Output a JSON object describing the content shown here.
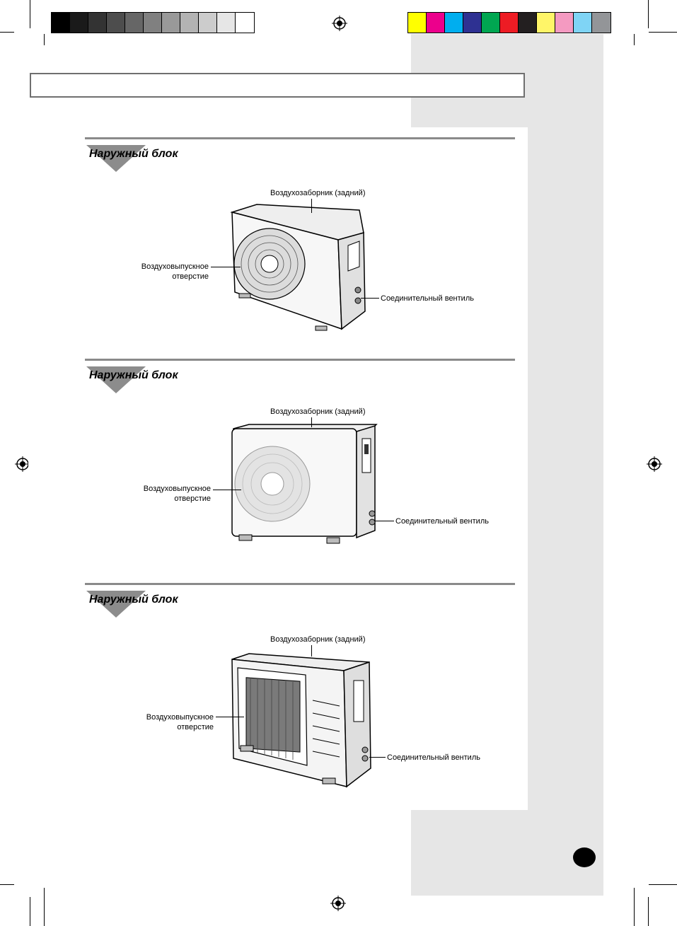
{
  "color_bar": {
    "grays": [
      "#000000",
      "#1a1a1a",
      "#333333",
      "#4d4d4d",
      "#666666",
      "#808080",
      "#999999",
      "#b3b3b3",
      "#cccccc",
      "#e6e6e6",
      "#ffffff"
    ],
    "colors": [
      "#ffff00",
      "#ec008c",
      "#00aeef",
      "#2e3192",
      "#00a651",
      "#ed1c24",
      "#231f20",
      "#fff568",
      "#f49ac1",
      "#7fd4f5",
      "#939598"
    ]
  },
  "sections": [
    {
      "title": "Наружный блок",
      "air_intake": "Воздухозаборник (задний)",
      "air_outlet_line1": "Воздуховыпускное",
      "air_outlet_line2": "отверстие",
      "valve": "Соединительный вентиль"
    },
    {
      "title": "Наружный блок",
      "air_intake": "Воздухозаборник (задний)",
      "air_outlet_line1": "Воздуховыпускное",
      "air_outlet_line2": "отверстие",
      "valve": "Соединительный вентиль"
    },
    {
      "title": "Наружный блок",
      "air_intake": "Воздухозаборник (задний)",
      "air_outlet_line1": "Воздуховыпускное",
      "air_outlet_line2": "отверстие",
      "valve": "Соединительный вентиль"
    }
  ]
}
